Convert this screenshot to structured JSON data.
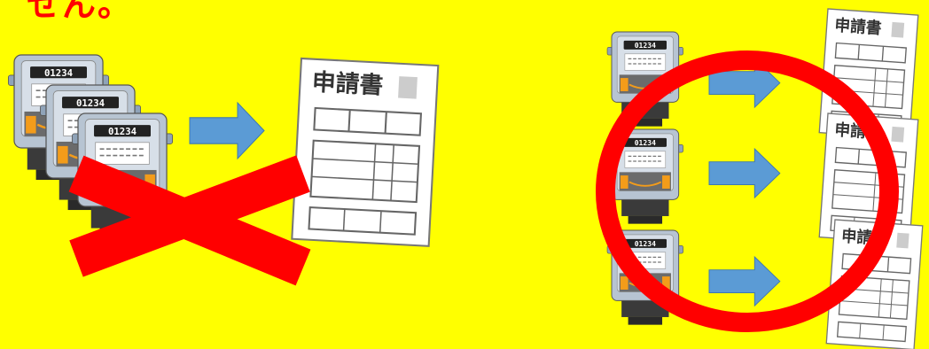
{
  "caption": {
    "text": "せん。"
  },
  "document": {
    "title": "申請書"
  },
  "meter": {
    "digits": "01234"
  },
  "colors": {
    "background": "#ffff00",
    "accent_red": "#ff0000",
    "arrow_blue": "#5b9bd5",
    "meter_body": "#b7c4d2",
    "meter_base": "#3a3a3a",
    "meter_wire": "#f39c1a"
  },
  "icons": [
    "electric-meter-icon",
    "application-form-icon",
    "arrow-right-icon",
    "cross-mark",
    "circle-mark"
  ]
}
